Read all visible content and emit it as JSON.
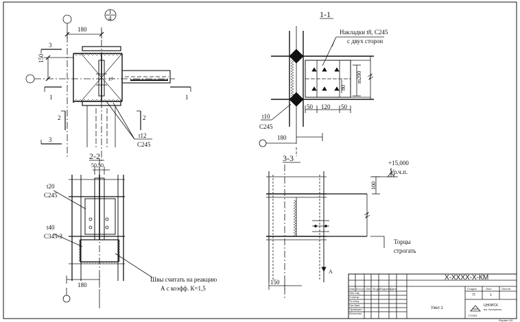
{
  "sheet": {
    "callout_num": "1",
    "callout_den": "4",
    "section_labels": {
      "s11": "1-1",
      "s22": "2-2",
      "s33": "3-3"
    },
    "cut_marks": {
      "mark_1": "1",
      "mark_2": "2",
      "mark_3": "3"
    },
    "dims": {
      "d180_a": "180",
      "d150_a": "150",
      "d180_b": "180",
      "d50_1": "50",
      "d120": "120",
      "d50_2": "50",
      "dm80": "80",
      "dm200": "m200",
      "d5050": "50,50",
      "d180_c": "180",
      "d100": "100",
      "d150_b": "150"
    },
    "notes": {
      "plate_line1": "Накладки t8, С245",
      "plate_line2": "с двух сторон",
      "t10": "t10",
      "c245_t10": "С245",
      "t12": "t12",
      "c245_t12": "С245",
      "t20": "t20",
      "c245_t20": "С245",
      "t40": "t40",
      "c345": "С345-3",
      "weld_line1": "Швы считать на реакцию",
      "weld_line2": "А с коэфф. К=1,5",
      "level_value": "+15,000",
      "level_label": "Ур.ч.п.",
      "ends_line1": "Торцы",
      "ends_line2": "строгать",
      "reaction_a": "А",
      "bolt_17": "17"
    },
    "title_block": {
      "code": "Х-ХХХХ-Х-КМ",
      "headers": [
        "Изм",
        "Кол.уч",
        "Лист",
        "№ док",
        "Подпись",
        "Дата"
      ],
      "roles": [
        "Нач.отд.",
        "Н.контр.",
        "Гл.спец.",
        "Рук.бриг.",
        "Проверил",
        "Исполнил"
      ],
      "stage_header": "Стадия",
      "sheet_header": "Лист",
      "sheets_header": "Листов",
      "stage_value": "П",
      "sheet_value": "1",
      "sheet_name": "Узел 1",
      "org_line1": "ЦНИИСК",
      "org_line2": "им. Кучеренко",
      "bottom_code": "172403",
      "format": "Формат А3"
    }
  }
}
